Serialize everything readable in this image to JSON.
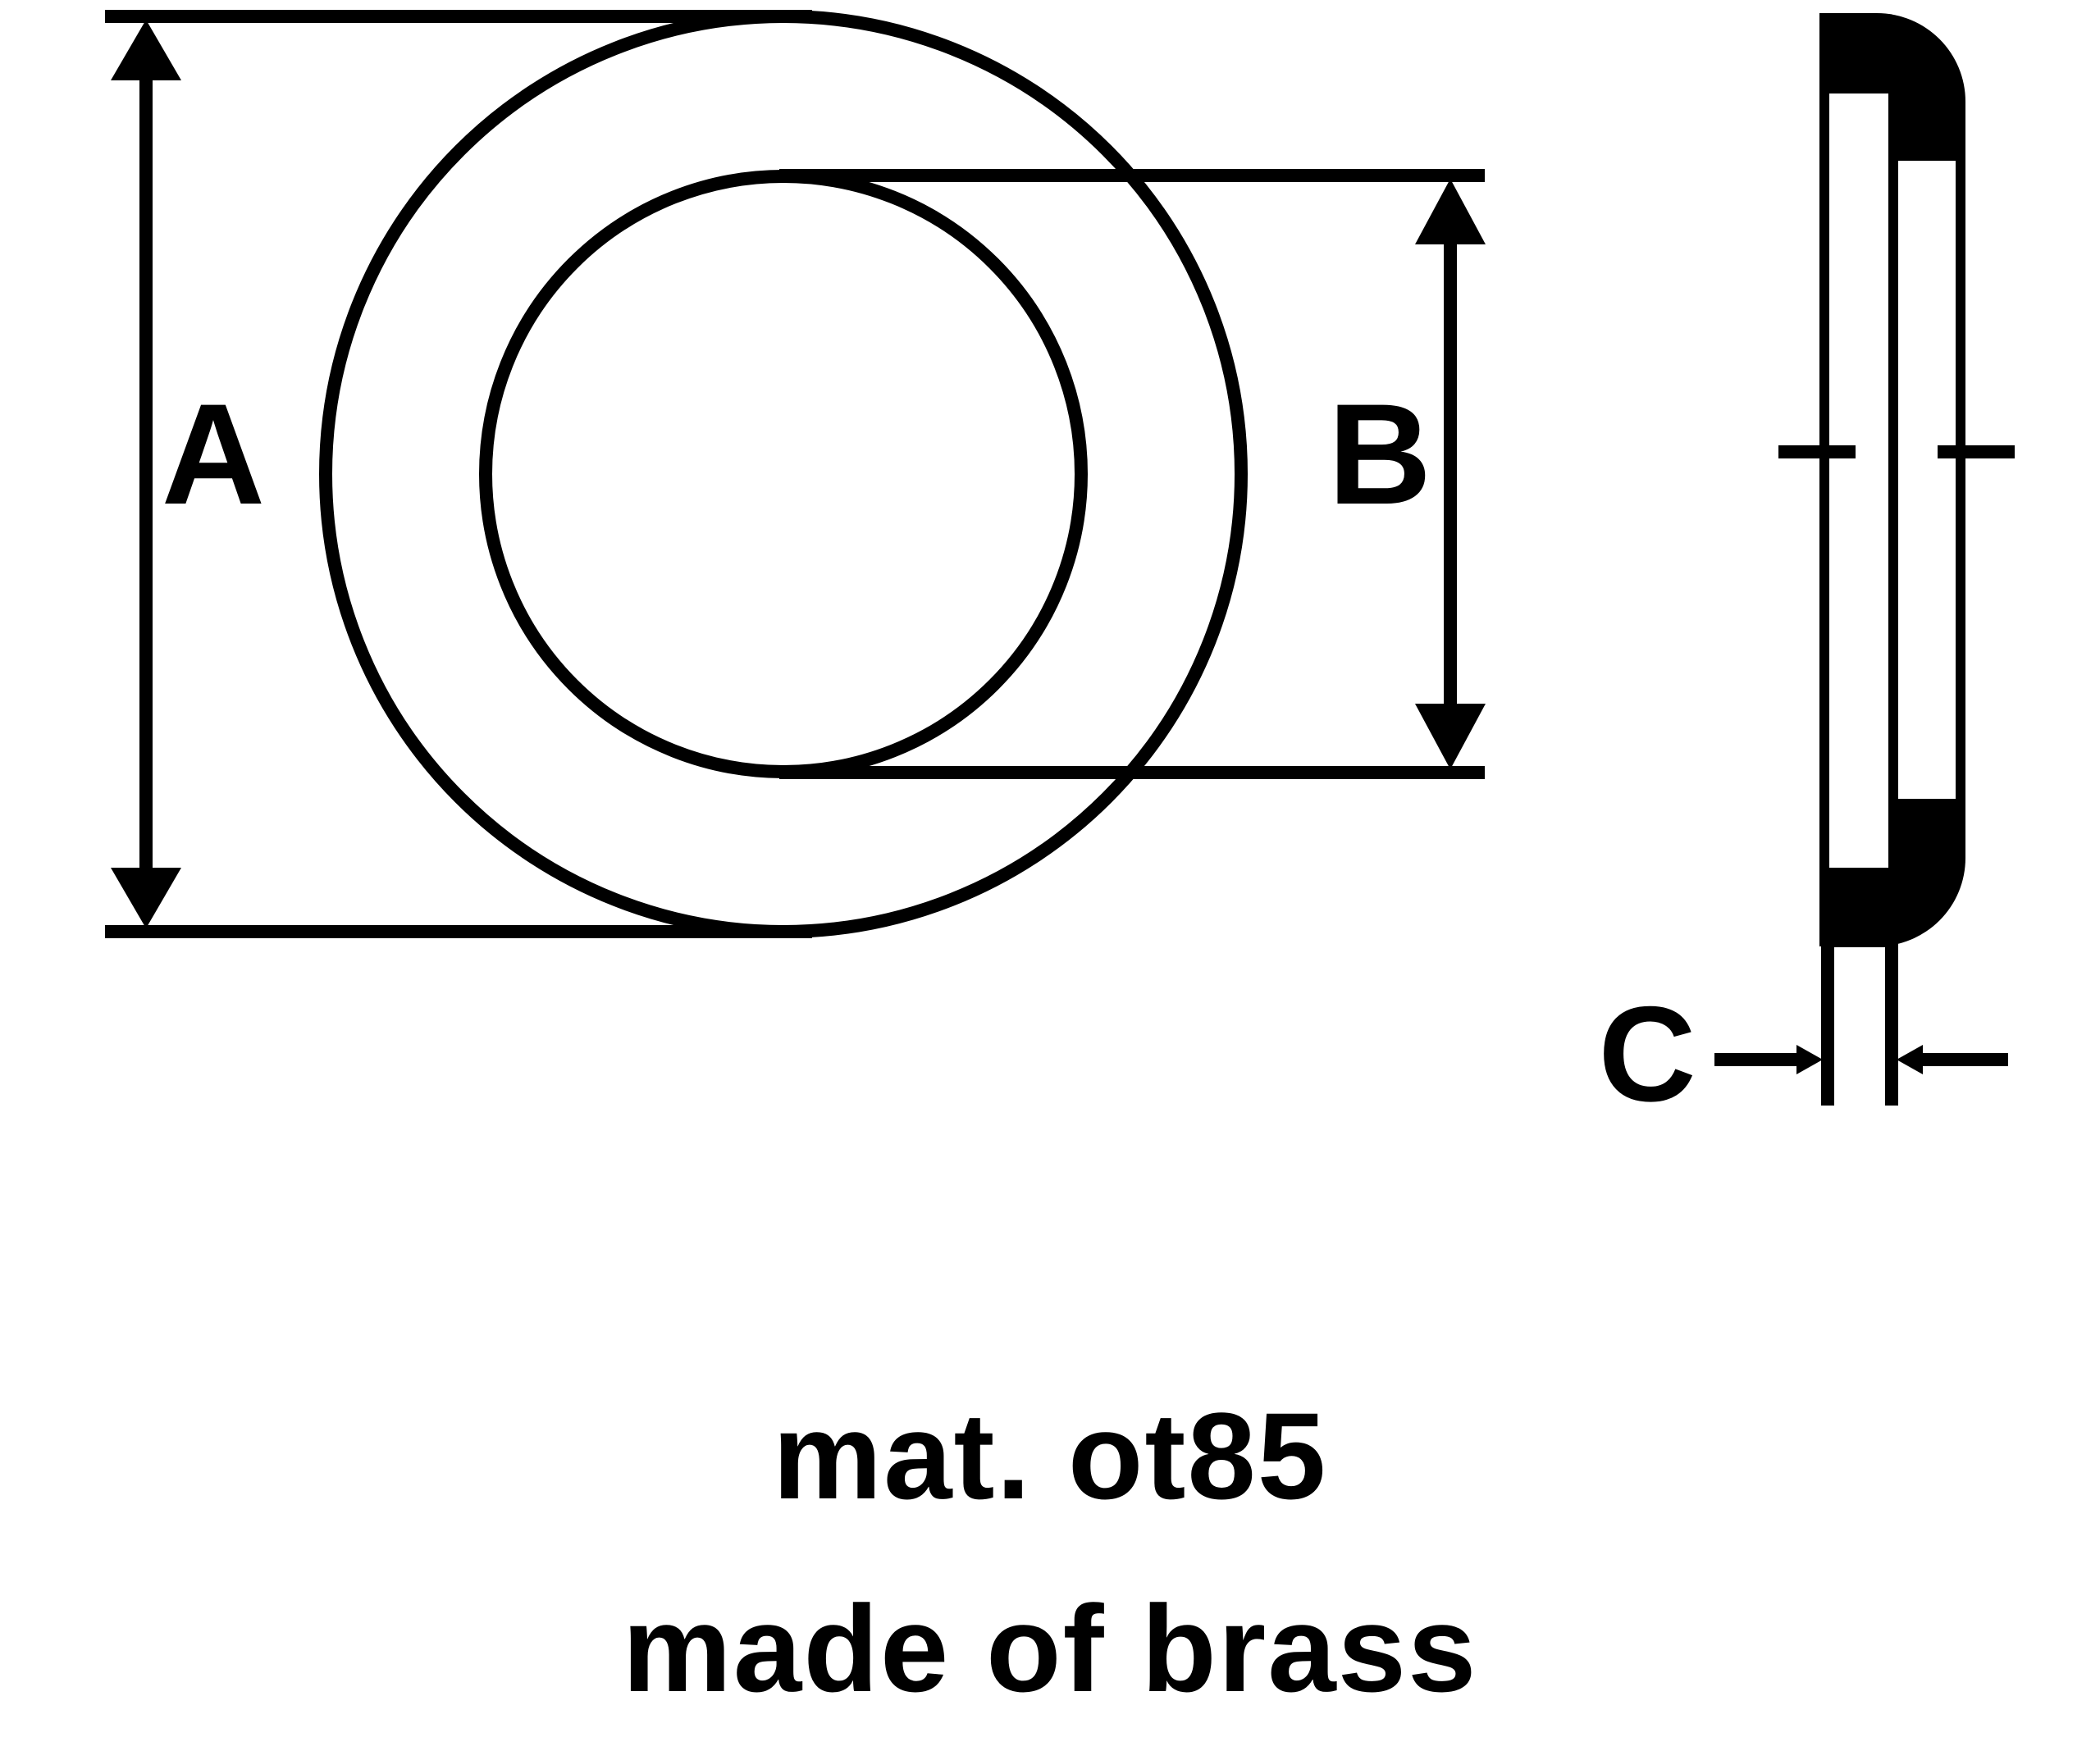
{
  "drawing": {
    "labels": {
      "outer_diameter": "A",
      "inner_diameter": "B",
      "thickness": "C"
    }
  },
  "caption": {
    "material_code": "mat. ot85",
    "material_description": "made of brass"
  },
  "colors": {
    "ink": "#000000",
    "paper": "#ffffff"
  }
}
